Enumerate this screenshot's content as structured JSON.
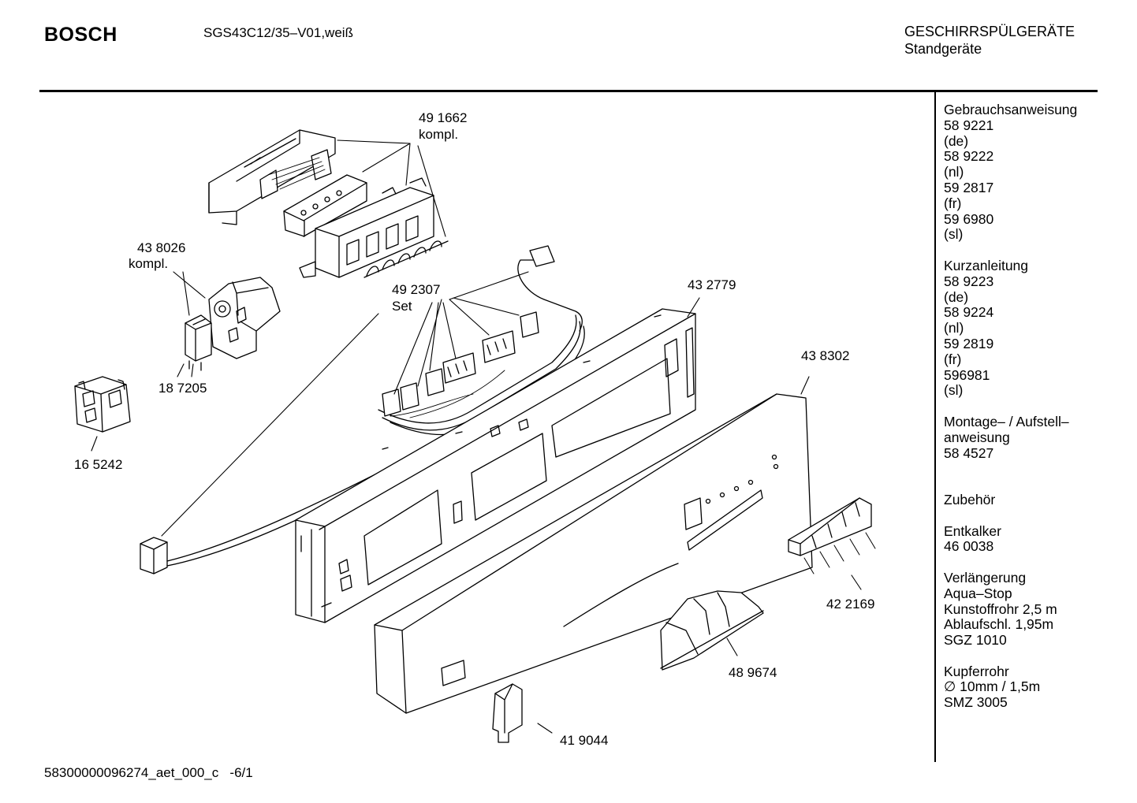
{
  "header": {
    "brand": "BOSCH",
    "model": "SGS43C12/35–V01,weiß",
    "category_line1": "GESCHIRRSPÜLGERÄTE",
    "category_line2": "Standgeräte"
  },
  "sidebar": {
    "lines": [
      "Gebrauchsanweisung",
      "58 9221",
      "(de)",
      "58 9222",
      "(nl)",
      "59 2817",
      "(fr)",
      "59 6980",
      "(sl)",
      "",
      "Kurzanleitung",
      "58 9223",
      "(de)",
      "58 9224",
      "(nl)",
      "59 2819",
      "(fr)",
      "596981",
      "(sl)",
      "",
      "Montage– / Aufstell–",
      "anweisung",
      "58 4527",
      "",
      "",
      "Zubehör",
      "",
      "Entkalker",
      "46 0038",
      "",
      "Verlängerung",
      "Aqua–Stop",
      "Kunstoffrohr 2,5 m",
      "Ablaufschl. 1,95m",
      "SGZ 1010",
      "",
      "Kupferrohr",
      "∅ 10mm / 1,5m",
      "SMZ 3005"
    ]
  },
  "parts": {
    "p491662": {
      "number": "49 1662",
      "note": "kompl."
    },
    "p438026": {
      "number": "43 8026",
      "note": "kompl."
    },
    "p492307": {
      "number": "49 2307",
      "note": "Set"
    },
    "p432779": {
      "number": "43 2779"
    },
    "p187205": {
      "number": "18 7205"
    },
    "p165242": {
      "number": "16 5242"
    },
    "p438302": {
      "number": "43 8302"
    },
    "p422169": {
      "number": "42 2169"
    },
    "p489674": {
      "number": "48 9674"
    },
    "p419044": {
      "number": "41 9044"
    }
  },
  "footer": {
    "doc_id": "58300000096274_aet_000_c",
    "page": "-6/1"
  }
}
